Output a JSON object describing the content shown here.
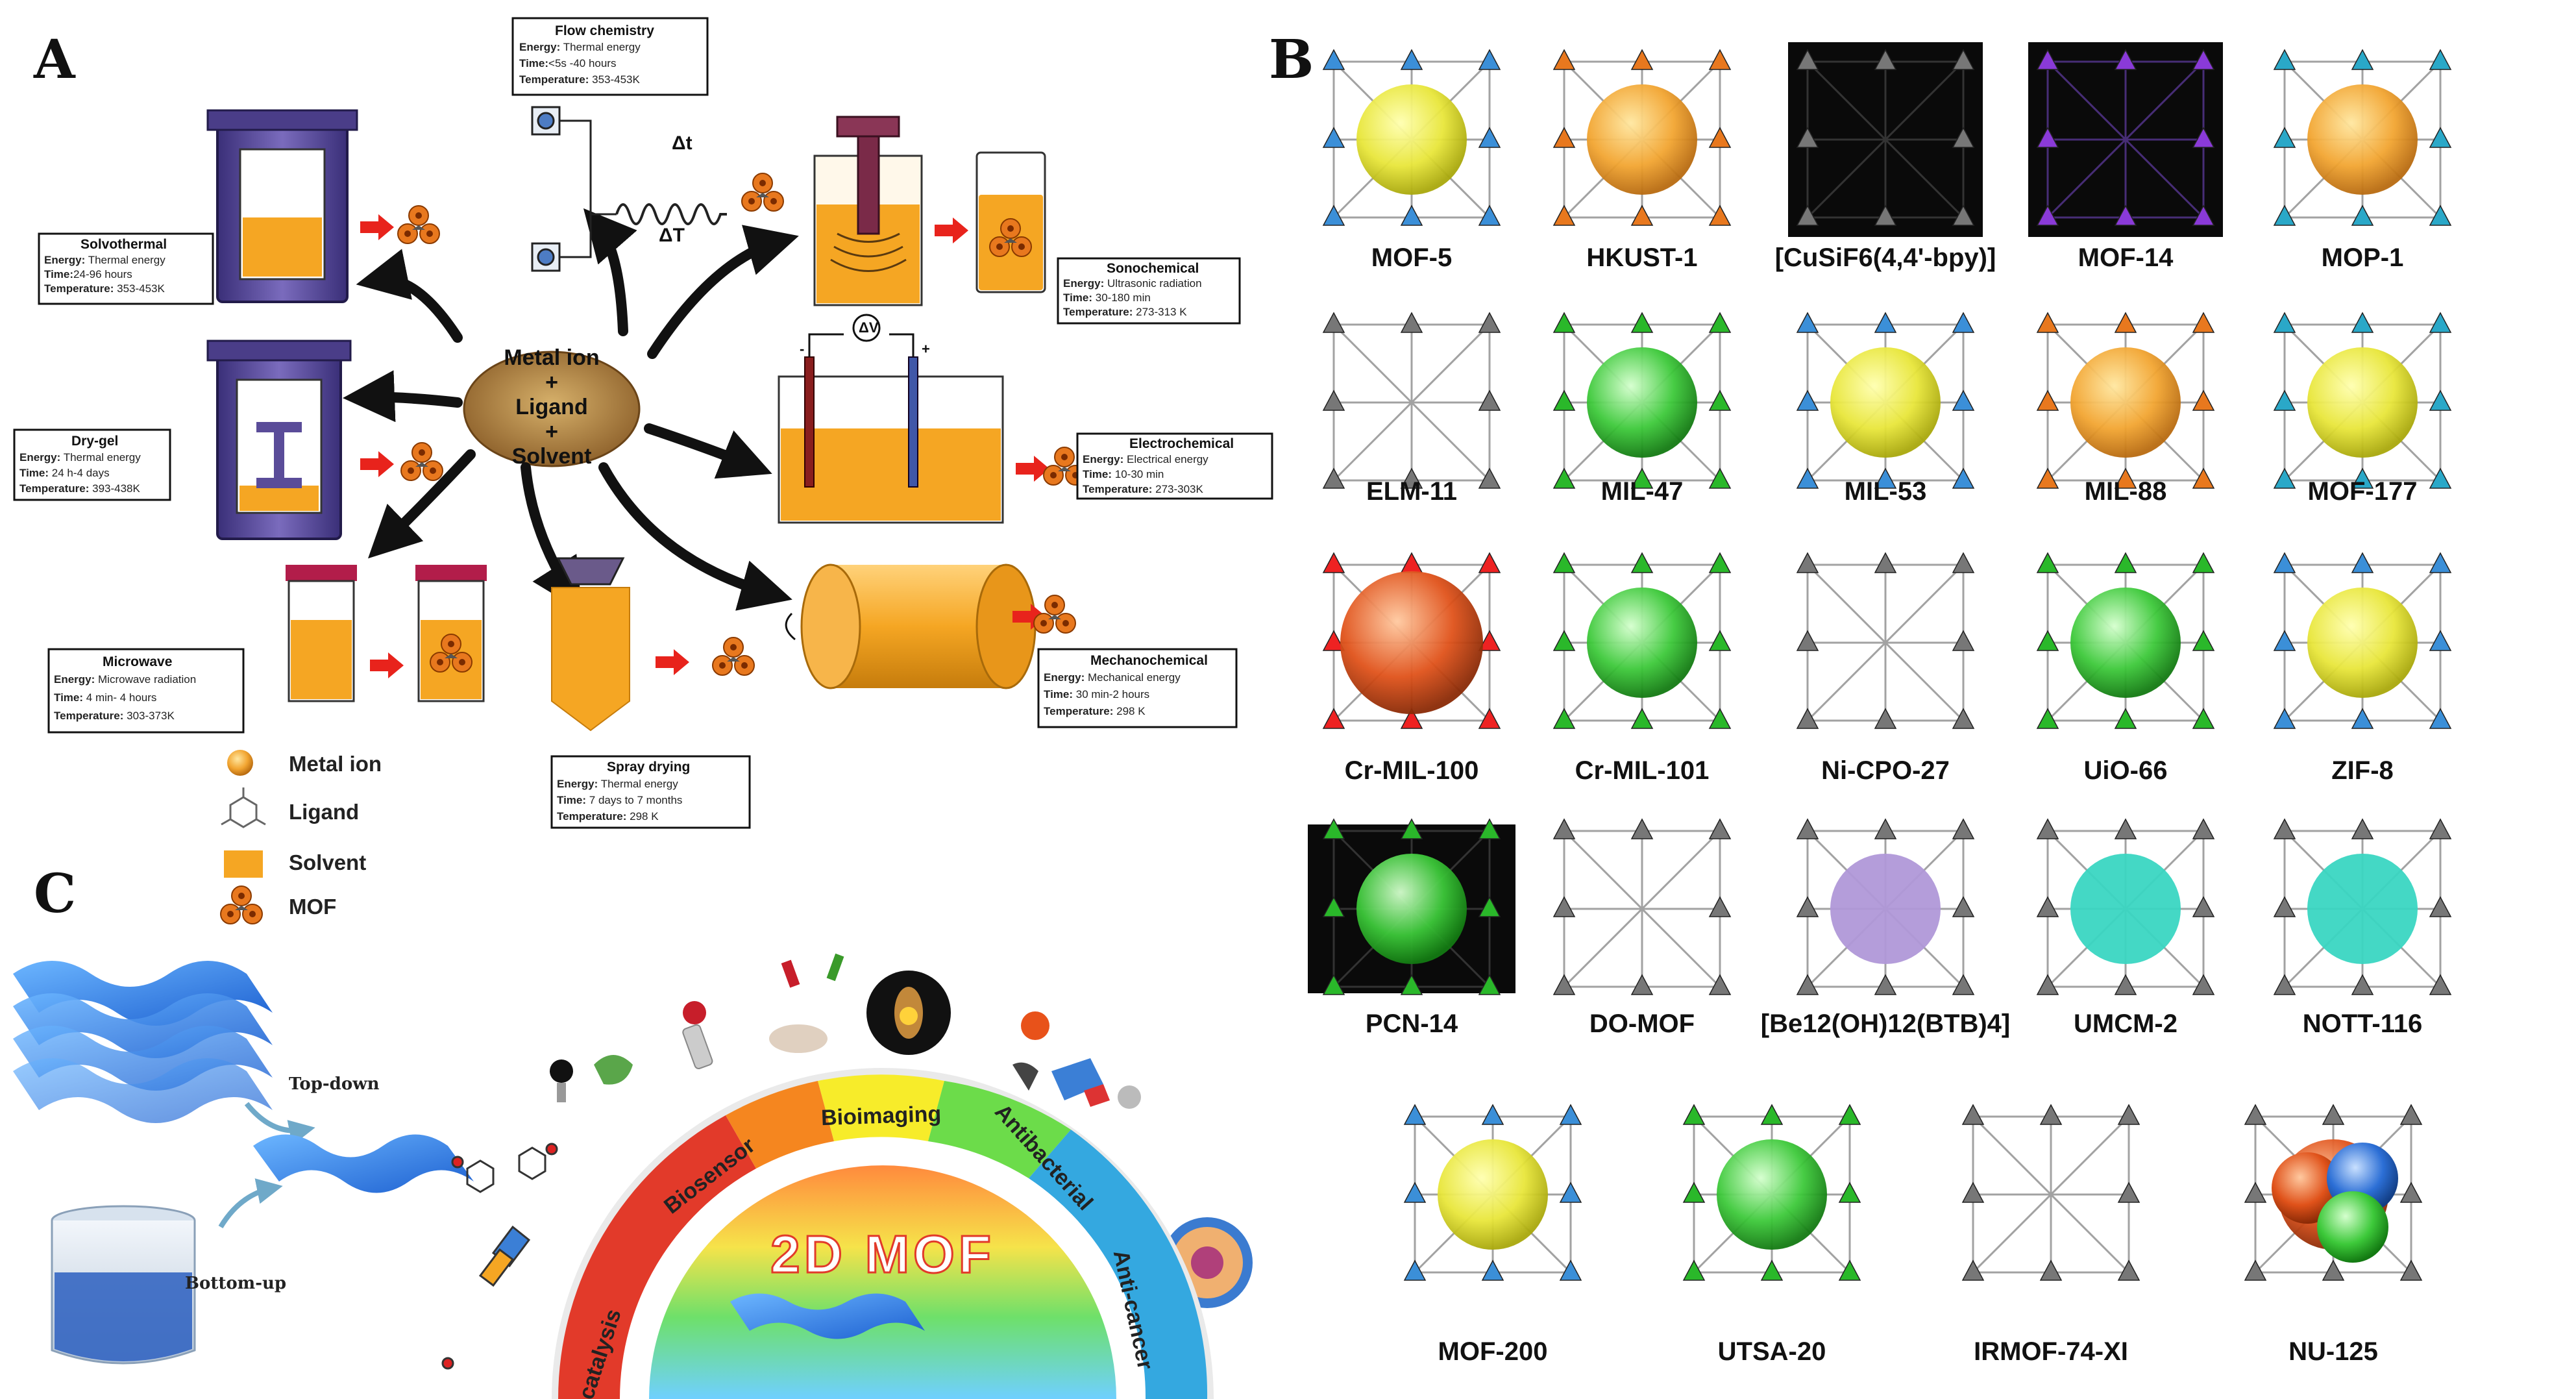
{
  "panels": {
    "a": "A",
    "b": "B",
    "c": "C"
  },
  "panel_a": {
    "center": {
      "line1": "Metal ion",
      "line2": "+",
      "line3": "Ligand",
      "line4": "+",
      "line5": "Solvent"
    },
    "delta_t1": "Δt",
    "delta_t2": "ΔT",
    "methods": {
      "flow": {
        "title": "Flow chemistry",
        "energy_key": "Energy:",
        "energy": " Thermal energy",
        "time_key": "Time:",
        "time": "<5s -40 hours",
        "temp_key": "Temperature:",
        "temp": " 353-453K"
      },
      "solvothermal": {
        "title": "Solvothermal",
        "energy_key": "Energy:",
        "energy": " Thermal energy",
        "time_key": "Time:",
        "time": "24-96 hours",
        "temp_key": "Temperature:",
        "temp": " 353-453K"
      },
      "sonochemical": {
        "title": "Sonochemical",
        "energy_key": "Energy:",
        "energy": " Ultrasonic radiation",
        "time_key": "Time:",
        "time": " 30-180 min",
        "temp_key": "Temperature:",
        "temp": " 273-313 K"
      },
      "drygel": {
        "title": "Dry-gel",
        "energy_key": "Energy:",
        "energy": " Thermal energy",
        "time_key": "Time:",
        "time": " 24 h-4 days",
        "temp_key": "Temperature:",
        "temp": " 393-438K"
      },
      "electrochemical": {
        "title": "Electrochemical",
        "energy_key": "Energy:",
        "energy": " Electrical energy",
        "time_key": "Time:",
        "time": " 10-30 min",
        "temp_key": "Temperature:",
        "temp": "  273-303K"
      },
      "microwave": {
        "title": "Microwave",
        "energy_key": "Energy:",
        "energy": " Microwave radiation",
        "time_key": "Time:",
        "time": " 4 min- 4 hours",
        "temp_key": "Temperature:",
        "temp": " 303-373K"
      },
      "mechanochemical": {
        "title": "Mechanochemical",
        "energy_key": "Energy:",
        "energy": " Mechanical energy",
        "time_key": "Time:",
        "time": " 30 min-2 hours",
        "temp_key": "Temperature:",
        "temp": " 298 K"
      },
      "spray": {
        "title": "Spray drying",
        "energy_key": "Energy:",
        "energy": " Thermal energy",
        "time_key": "Time:",
        "time": " 7 days to 7 months",
        "temp_key": "Temperature:",
        "temp": " 298 K"
      }
    },
    "legend": {
      "metal": "Metal ion",
      "ligand": "Ligand",
      "solvent": "Solvent",
      "mof": "MOF"
    },
    "colors": {
      "vessel": "#5b4c96",
      "solvent": "#f5a623",
      "arrow": "#e8231c",
      "ellipse": "#a97a3c"
    }
  },
  "panel_b": {
    "row1": [
      "MOF-5",
      "HKUST-1",
      "[CuSiF6(4,4'-bpy)]",
      "MOF-14",
      "MOP-1"
    ],
    "row2": [
      "ELM-11",
      "MIL-47",
      "MIL-53",
      "MIL-88",
      "MOF-177"
    ],
    "row3": [
      "Cr-MIL-100",
      "Cr-MIL-101",
      "Ni-CPO-27",
      "UiO-66",
      "ZIF-8"
    ],
    "row4": [
      "PCN-14",
      "DO-MOF",
      "[Be12(OH)12(BTB)4]",
      "UMCM-2",
      "NOTT-116"
    ],
    "row5": [
      "MOF-200",
      "UTSA-20",
      "IRMOF-74-XI",
      "NU-125"
    ]
  },
  "panel_c": {
    "top_down": "Top-down",
    "bottom_up": "Bottom-up",
    "center": "2D MOF",
    "arcs": [
      "Bio catalysis",
      "Biosensor",
      "Bioimaging",
      "Antibacterial",
      "Anti-cancer"
    ]
  }
}
